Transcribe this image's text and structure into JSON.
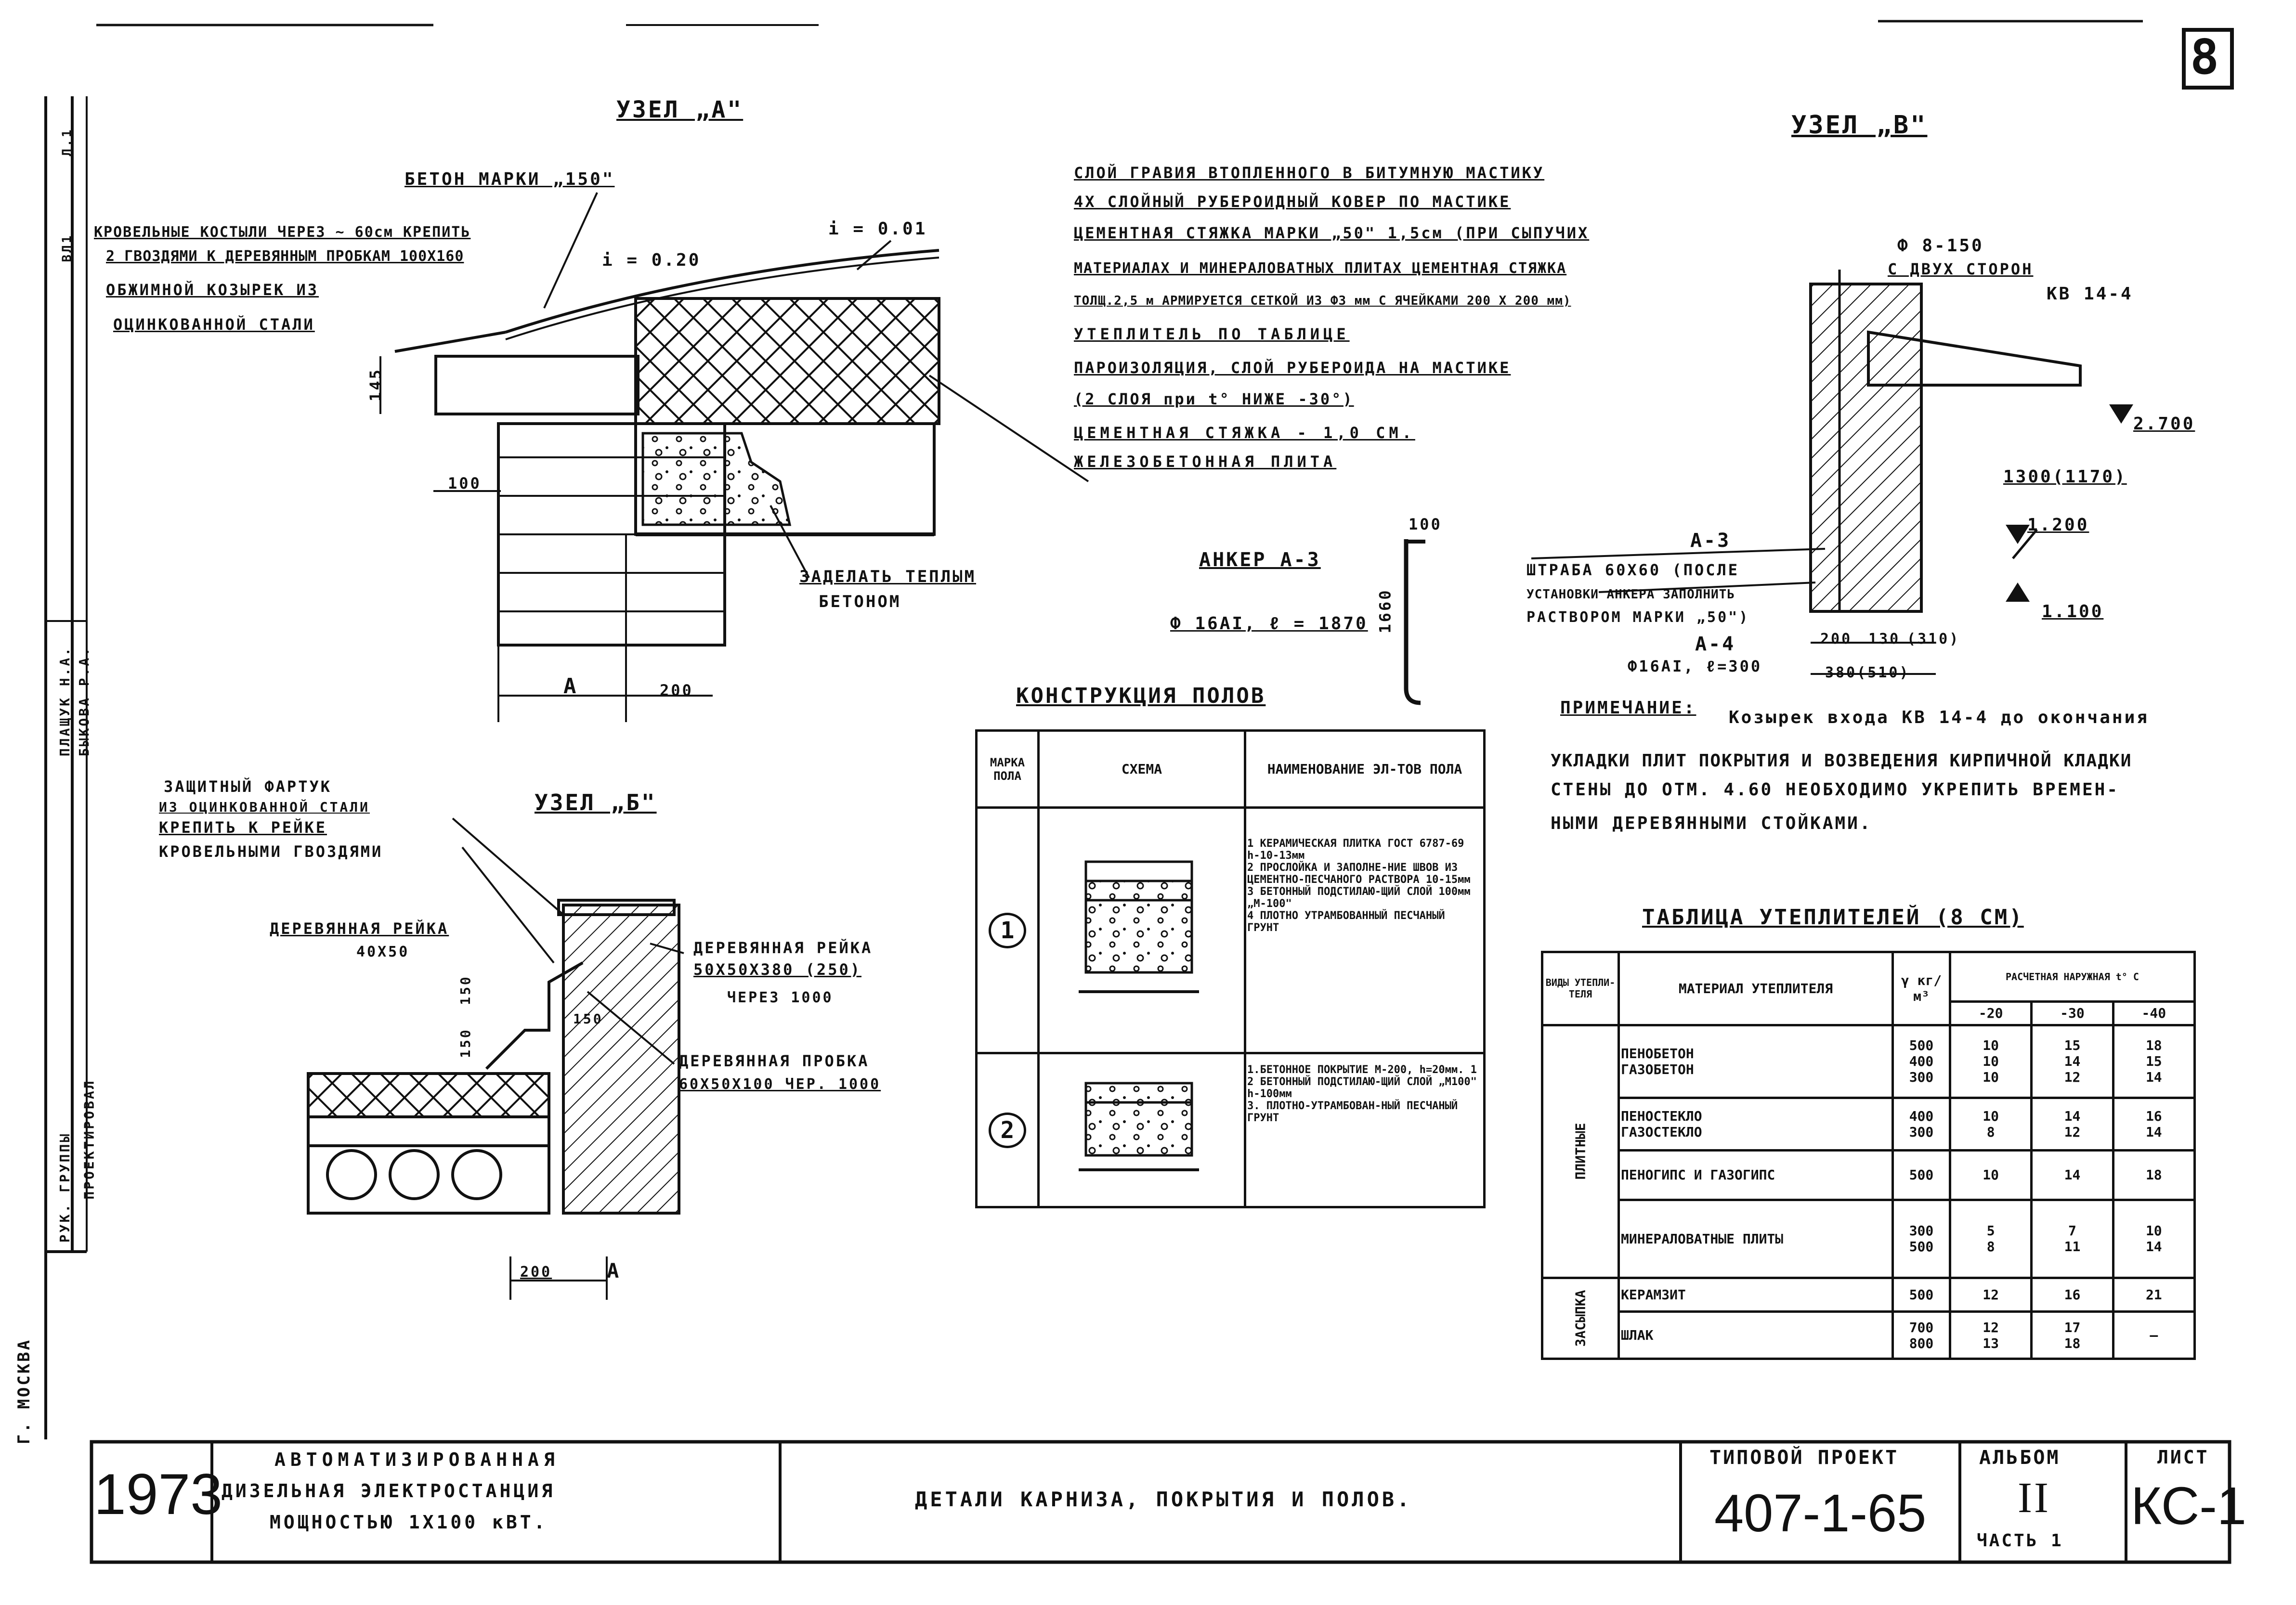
{
  "sheet": {
    "number": "8",
    "city": "Г. МОСКВА",
    "left_stamp": {
      "rows": [
        "РУК. ГРУППЫ",
        "ПРОЕКТИРОВАЛ"
      ],
      "names": [
        "ПЛАЩУК Н.А.",
        "БЫКОВА Р.А."
      ],
      "top_codes": [
        "ВЛ1",
        "Л.1"
      ]
    }
  },
  "node_a": {
    "title": "УЗЕЛ „А\"",
    "concrete": "БЕТОН МАРКИ „150\"",
    "slope1": "i = 0.01",
    "slope2": "i = 0.20",
    "note_lines": [
      "КРОВЕЛЬНЫЕ КОСТЫЛИ ЧЕРЕЗ ~ 60см КРЕПИТЬ",
      "2 ГВОЗДЯМИ К ДЕРЕВЯННЫМ ПРОБКАМ 100Х160",
      "ОБЖИМНОЙ КОЗЫРЕК ИЗ",
      "ОЦИНКОВАННОЙ СТАЛИ"
    ],
    "dim_145": "145",
    "dim_100": "100",
    "dim_a": "А",
    "dim_200": "200",
    "fill_note": "ЗАДЕЛАТЬ ТЕПЛЫМ",
    "fill_note2": "БЕТОНОМ"
  },
  "layers": [
    "СЛОЙ ГРАВИЯ ВТОПЛЕННОГО В БИТУМНУЮ МАСТИКУ",
    "4Х СЛОЙНЫЙ РУБЕРОИДНЫЙ КОВЕР ПО МАСТИКЕ",
    "ЦЕМЕНТНАЯ СТЯЖКА МАРКИ „50\" 1,5см (ПРИ СЫПУЧИХ",
    "МАТЕРИАЛАХ И МИНЕРАЛОВАТНЫХ ПЛИТАХ ЦЕМЕНТНАЯ СТЯЖКА",
    "ТОЛЩ.2,5 м АРМИРУЕТСЯ СЕТКОЙ ИЗ Ф3 мм С ЯЧЕЙКАМИ 200 Х 200 мм)",
    "УТЕПЛИТЕЛЬ ПО ТАБЛИЦЕ",
    "ПАРОИЗОЛЯЦИЯ, СЛОЙ РУБЕРОИДА НА МАСТИКЕ",
    "(2 СЛОЯ при t° НИЖЕ -30°)",
    "ЦЕМЕНТНАЯ СТЯЖКА - 1,0 СМ.",
    "ЖЕЛЕЗОБЕТОННАЯ ПЛИТА"
  ],
  "node_b": {
    "title": "УЗЕЛ „В\"",
    "rebar": "Ф 8-150",
    "rebar2": "С ДВУХ СТОРОН",
    "kb": "КВ 14-4",
    "elev1": "2.700",
    "dim_1300": "1300(1170)",
    "elev2": "1.200",
    "elev3": "1.100",
    "a3": "А-3",
    "a4": "А-4",
    "groove": [
      "ШТРАБА 60Х60 (ПОСЛЕ",
      "УСТАНОВКИ АНКЕРА ЗАПОЛНИТЬ",
      "РАСТВОРОМ МАРКИ „50\")"
    ],
    "a4_spec": "Ф16АI, ℓ=300",
    "dims": [
      "200",
      "130",
      "(310)"
    ],
    "dim_380": "380(510)"
  },
  "anchor": {
    "title": "АНКЕР А-3",
    "spec": "Ф 16АI, ℓ = 1870",
    "dim_100": "100",
    "dim_1660": "1660"
  },
  "note": {
    "label": "ПРИМЕЧАНИЕ:",
    "lines": [
      "Козырек входа КВ 14-4 до окончания",
      "УКЛАДКИ ПЛИТ ПОКРЫТИЯ И ВОЗВЕДЕНИЯ КИРПИЧНОЙ КЛАДКИ",
      "СТЕНЫ ДО ОТМ. 4.60 НЕОБХОДИМО УКРЕПИТЬ ВРЕМЕН-",
      "НЫМИ ДЕРЕВЯННЫМИ СТОЙКАМИ."
    ]
  },
  "floors": {
    "title": "КОНСТРУКЦИЯ ПОЛОВ",
    "headers": [
      "МАРКА ПОЛА",
      "СХЕМА",
      "НАИМЕНОВАНИЕ ЭЛ-ТОВ ПОЛА"
    ],
    "rows": [
      {
        "mark": "1",
        "items": [
          "1 КЕРАМИЧЕСКАЯ ПЛИТКА ГОСТ 6787-69 h-10-13мм",
          "2 ПРОСЛОЙКА И ЗАПОЛНЕ-НИЕ ШВОВ ИЗ ЦЕМЕНТНО-ПЕСЧАНОГО РАСТВОРА 10-15мм",
          "3 БЕТОННЫЙ ПОДСТИЛАЮ-ЩИЙ СЛОЙ 100мм „М-100\"",
          "4 ПЛОТНО УТРАМБОВАННЫЙ ПЕСЧАНЫЙ ГРУНТ"
        ]
      },
      {
        "mark": "2",
        "items": [
          "1.БЕТОННОЕ ПОКРЫТИЕ М-200, h=20мм. 1",
          "2 БЕТОННЫЙ ПОДСТИЛАЮ-ЩИЙ СЛОЙ „М100\" h-100мм",
          "3. ПЛОТНО-УТРАМБОВАН-НЫЙ ПЕСЧАНЫЙ ГРУНТ"
        ]
      }
    ]
  },
  "node_b6": {
    "title": "УЗЕЛ „Б\"",
    "apron": [
      "ЗАЩИТНЫЙ ФАРТУК",
      "ИЗ ОЦИНКОВАННОЙ СТАЛИ",
      "КРЕПИТЬ К РЕЙКЕ",
      "КРОВЕЛЬНЫМИ ГВОЗДЯМИ"
    ],
    "lath": [
      "ДЕРЕВЯННАЯ РЕЙКА",
      "40Х50"
    ],
    "lath2": [
      "ДЕРЕВЯННАЯ РЕЙКА",
      "50Х50Х380 (250)",
      "ЧЕРЕЗ 1000"
    ],
    "plug": [
      "ДЕРЕВЯННАЯ ПРОБКА",
      "60Х50Х100 ЧЕР. 1000"
    ],
    "dims": [
      "150",
      "150",
      "150"
    ],
    "dim_200": "200",
    "dim_a": "А"
  },
  "insulation": {
    "title": "ТАБЛИЦА УТЕПЛИТЕЛЕЙ (8 СМ)",
    "headers": [
      "ВИДЫ УТЕПЛИ-ТЕЛЯ",
      "МАТЕРИАЛ УТЕПЛИТЕЛЯ",
      "γ кг/м³",
      "РАСЧЕТНАЯ НАРУЖНАЯ t° С"
    ],
    "temps": [
      "-20",
      "-30",
      "-40"
    ],
    "group1": "ПЛИТНЫЕ",
    "group2": "ЗАСЫПКА",
    "rows": [
      {
        "mat": [
          "ПЕНОБЕТОН",
          "ГАЗОБЕТОН"
        ],
        "g": [
          "500",
          "400",
          "300"
        ],
        "t20": [
          "10",
          "10",
          "10"
        ],
        "t30": [
          "15",
          "14",
          "12"
        ],
        "t40": [
          "18",
          "15",
          "14"
        ]
      },
      {
        "mat": [
          "ПЕНОСТЕКЛО",
          "ГАЗОСТЕКЛО"
        ],
        "g": [
          "400",
          "300"
        ],
        "t20": [
          "10",
          "8"
        ],
        "t30": [
          "14",
          "12"
        ],
        "t40": [
          "16",
          "14"
        ]
      },
      {
        "mat": [
          "ПЕНОГИПС И ГАЗОГИПС"
        ],
        "g": [
          "500"
        ],
        "t20": [
          "10"
        ],
        "t30": [
          "14"
        ],
        "t40": [
          "18"
        ]
      },
      {
        "mat": [
          "МИНЕРАЛОВАТНЫЕ ПЛИТЫ"
        ],
        "g": [
          "300",
          "500"
        ],
        "t20": [
          "5",
          "8"
        ],
        "t30": [
          "7",
          "11"
        ],
        "t40": [
          "10",
          "14"
        ]
      },
      {
        "mat": [
          "КЕРАМЗИТ"
        ],
        "g": [
          "500"
        ],
        "t20": [
          "12"
        ],
        "t30": [
          "16"
        ],
        "t40": [
          "21"
        ]
      },
      {
        "mat": [
          "ШЛАК"
        ],
        "g": [
          "700",
          "800"
        ],
        "t20": [
          "12",
          "13"
        ],
        "t30": [
          "17",
          "18"
        ],
        "t40": [
          "—"
        ]
      }
    ]
  },
  "title_block": {
    "year": "1973",
    "project_name": [
      "АВТОМАТИЗИРОВАННАЯ",
      "ДИЗЕЛЬНАЯ ЭЛЕКТРОСТАНЦИЯ",
      "МОЩНОСТЬЮ 1Х100 кВТ."
    ],
    "sheet_title": "ДЕТАЛИ КАРНИЗА, ПОКРЫТИЯ И ПОЛОВ.",
    "type_project_label": "ТИПОВОЙ ПРОЕКТ",
    "type_project": "407-1-65",
    "album_label": "АЛЬБОМ",
    "album": "II",
    "part": "ЧАСТЬ 1",
    "sheet_label": "ЛИСТ",
    "sheet": "КС-1"
  }
}
